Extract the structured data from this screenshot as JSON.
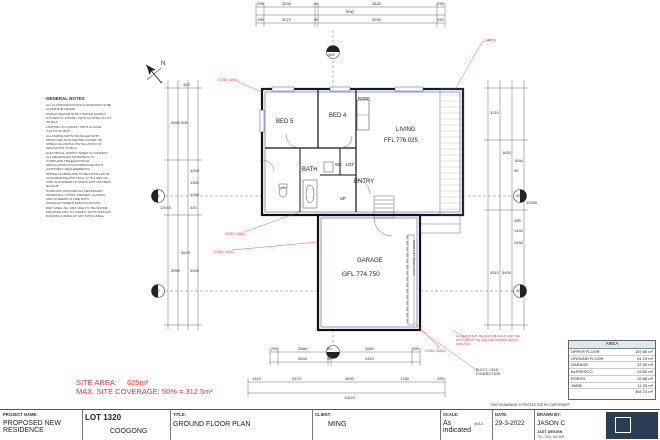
{
  "plan": {
    "dims_top_row1": [
      "290",
      "3200",
      "90",
      "3830",
      "290"
    ],
    "dims_top_total": "7690",
    "dims_top_row2": [
      "290",
      "3070",
      "90",
      "3940",
      "290"
    ],
    "dims_left": [
      "400",
      "4950",
      "400",
      "1200",
      "1300",
      "1200",
      "420",
      "3620",
      "3990",
      "4000",
      "12040"
    ],
    "dims_right": [
      "3210",
      "1820",
      "1696",
      "90",
      "10260",
      "5510",
      "5400",
      "400",
      "1440",
      "2590"
    ],
    "dims_bottom_row1": [
      "290",
      "2880",
      "90",
      "3650",
      "290"
    ],
    "dims_bottom_row2": [
      "5540",
      "90",
      "4310"
    ],
    "dims_bottom_row3": [
      "1310",
      "2670",
      "4590",
      "1780",
      "290"
    ],
    "dims_bottom_total": "11520",
    "markers": [
      "400",
      "400",
      "401",
      "401",
      "402",
      "402"
    ],
    "north_symbol": "N",
    "stair_label": "UP",
    "wc_label": "WC",
    "ldy_label": "LDY",
    "rob_label": "ROBE"
  },
  "notes": {
    "title": "GENERAL NOTES",
    "items": [
      "ALL ALUMINIUM DOORS & WINDOWS TO BE ALUMINIUM FRAME.",
      "WATER HEATER IN HOT WATER SUPPLY SYSTEM TO COMPLY WITH CLAUSE 3.12.5.4 OF BCA.",
      "LIGHTING TO COMPLY WITH CLAUSE 3.12.5.5 OF BCA.",
      "ALL DOWNLIGHTS INSTALLED WITH APPROVED NON-VENTED COVER OR SHIELD ALLOWING INSTALLATION OF INSULATION TO BCA.",
      "ELECTRICAL SUPPLY SHEET & CONNECT ALL NECESSARY MATERIALS TO COMPLETE THE ELECTRICAL INSTALLATION IN ACCORDANCE WITH AUTHORITY REQUIREMENTS.",
      "SMOKE ALARMS ARE TO BE INSTALLED IN ACCORDANCE WITH BCA. 3.7.5.2 AND AS 3786, AND WIRED TO MAINS WITH BATTERY BACKUP.",
      "WINDOWS: PROVIDE ALL NECESSARY MATERIALS, FIXING, FRAMES, GLAZING AND SCREENS IN LINE WITH MANUFACTURERS SPECIFICATIONS.",
      "WET AREA: ALL WET AREA TO BE WATER PROOFED AND TO COMPLY WITH AS3740 & BUILDING CODES AT ANY APPLICABLE."
    ]
  },
  "site": {
    "area_label": "SITE AREA:",
    "area_value": "625m²",
    "coverage_label": "MAX. SITE COVERAGE: 50% = 312.5m²"
  },
  "rooms": {
    "bed5": "BED 5",
    "bed4": "BED 4",
    "living": "LIVING",
    "ffl": "FFL 776.025",
    "bath": "BATH",
    "entry": "ENTRY",
    "garage": "GARAGE",
    "gfl": "GFL 774.750"
  },
  "annotations": {
    "dpc_wall_1": "DIXEL WALL",
    "dpc_wall_2": "DIXEL WALL",
    "dpc_wall_3": "DIXEL WALL",
    "dpc_wall_4": "DIXEL WALL",
    "railing": "railing",
    "garage_door": "AUTO PANEL LIFT DOOR",
    "window_note": "ALL DOOR MAY BE 2340 MM HIGHT AND THE BOTTOM OF THE WALL BE 2040MM HEIGHT FROM FFL",
    "elec_gas": "ELECT / GAS\nCONNECTION"
  },
  "area_table": {
    "title": "AREA",
    "rows": [
      {
        "label": "UPPER FLOOR",
        "value": "157.66 m²"
      },
      {
        "label": "GROUND FLOOR",
        "value": "61.19 m²"
      },
      {
        "label": "GARAGE",
        "value": "47.90 m²"
      },
      {
        "label": "ALFRESCO",
        "value": "23.82 m²"
      },
      {
        "label": "PORCH",
        "value": "22.86 m²"
      },
      {
        "label": "YARD",
        "value": "11.29 m²"
      },
      {
        "label": "",
        "value": "354.73 m²"
      }
    ]
  },
  "title_block": {
    "copyright": "THIS DRAWINGS IS PROTECTED BY COPYRIGHT",
    "project_name_label": "PROJECT NAME:",
    "project_name_value": "PROPOSED NEW RESIDENCE",
    "lot_value": "LOT 1320",
    "suburb_value": "COOGONG",
    "title_label": "TITLE:",
    "title_value": "GROUND FLOOR PLAN",
    "client_label": "CLIENT:",
    "client_value": "MING",
    "scale_label": "SCALE:",
    "scale_value": "As indicated",
    "paper_value": "@A3",
    "date_label": "DATE:",
    "date_value": "29-3-2022",
    "drawn_label": "DRAWN BY:",
    "drawn_value": "JASON C",
    "company": "JAST DESIGN",
    "phone": "TEL: 0401 160 800"
  }
}
